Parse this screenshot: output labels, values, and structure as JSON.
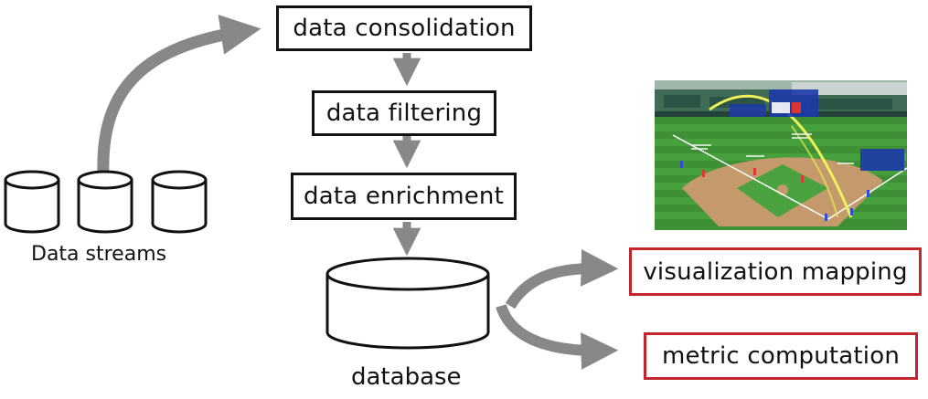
{
  "pipeline": {
    "steps": {
      "consolidation": "data consolidation",
      "filtering": "data filtering",
      "enrichment": "data enrichment"
    },
    "sources_label": "Data streams",
    "database_label": "database"
  },
  "outputs": {
    "visualization": "visualization mapping",
    "metric": "metric computation"
  },
  "colors": {
    "box_border": "#111111",
    "output_border": "#c0262b",
    "arrow": "#888888"
  },
  "icons": [
    "database-cylinder-icon",
    "baseball-field-visualization-image"
  ]
}
